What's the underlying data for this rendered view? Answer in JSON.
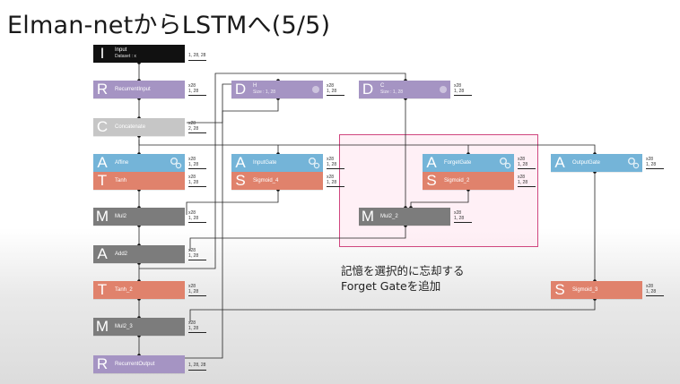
{
  "title": "Elman-netからLSTMへ(5/5)",
  "note": {
    "line1": "記憶を選択的に忘却する",
    "line2": "Forget Gateを追加"
  },
  "nodes": {
    "input": {
      "letter": "I",
      "label": "Input",
      "sub": "Dataset : x",
      "ann": "1, 28, 28"
    },
    "recurrent_input": {
      "letter": "R",
      "label": "RecurrentInput",
      "ann1": "x28",
      "ann2": "1, 28"
    },
    "h": {
      "letter": "D",
      "label": "H",
      "sub": "Size : 1, 28",
      "ann1": "x28",
      "ann2": "1, 28"
    },
    "c": {
      "letter": "D",
      "label": "C",
      "sub": "Size : 1, 28",
      "ann1": "x28",
      "ann2": "1, 28"
    },
    "concatenate": {
      "letter": "C",
      "label": "Concatenate",
      "ann1": "x28",
      "ann2": "2, 28"
    },
    "affine": {
      "letter": "A",
      "label": "Affine",
      "ann1": "x28",
      "ann2": "1, 28"
    },
    "tanh": {
      "letter": "T",
      "label": "Tanh",
      "ann1": "x28",
      "ann2": "1, 28"
    },
    "input_gate": {
      "letter": "A",
      "label": "InputGate",
      "ann1": "x28",
      "ann2": "1, 28"
    },
    "sigmoid_4": {
      "letter": "S",
      "label": "Sigmoid_4",
      "ann1": "x28",
      "ann2": "1, 28"
    },
    "forget_gate": {
      "letter": "A",
      "label": "ForgetGate",
      "ann1": "x28",
      "ann2": "1, 28"
    },
    "sigmoid_2": {
      "letter": "S",
      "label": "Sigmoid_2",
      "ann1": "x28",
      "ann2": "1, 28"
    },
    "output_gate": {
      "letter": "A",
      "label": "OutputGate",
      "ann1": "x28",
      "ann2": "1, 28"
    },
    "mul2": {
      "letter": "M",
      "label": "Mul2",
      "ann1": "x28",
      "ann2": "1, 28"
    },
    "mul2_2": {
      "letter": "M",
      "label": "Mul2_2",
      "ann1": "x28",
      "ann2": "1, 28"
    },
    "add2": {
      "letter": "A",
      "label": "Add2",
      "ann1": "x28",
      "ann2": "1, 28"
    },
    "tanh_2": {
      "letter": "T",
      "label": "Tanh_2",
      "ann1": "x28",
      "ann2": "1, 28"
    },
    "sigmoid_3": {
      "letter": "S",
      "label": "Sigmoid_3",
      "ann1": "x28",
      "ann2": "1, 28"
    },
    "mul2_3": {
      "letter": "M",
      "label": "Mul2_3",
      "ann1": "x28",
      "ann2": "1, 28"
    },
    "recurrent_output": {
      "letter": "R",
      "label": "RecurrentOutput",
      "ann": "1, 28, 28"
    }
  },
  "icons": {
    "gear": "gear-icon",
    "info": "info-icon"
  },
  "colors": {
    "input": "#111111",
    "purple": "#a594c3",
    "gray": "#c6c6c6",
    "blue": "#74b4d8",
    "red": "#e0826c",
    "dark_gray": "#7c7c7c",
    "highlight_border": "#d0467f"
  }
}
